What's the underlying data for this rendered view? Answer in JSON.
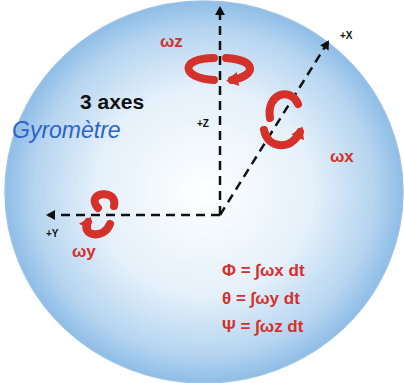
{
  "diagram": {
    "labels": [
      "ωz",
      "+Z",
      "3 axes",
      "Gyromètre",
      "+X",
      "ωx",
      "+Y",
      "ωy",
      "Φ = ∫ωx dt",
      "θ = ∫ωy dt",
      "Ψ = ∫ωz dt"
    ]
  }
}
